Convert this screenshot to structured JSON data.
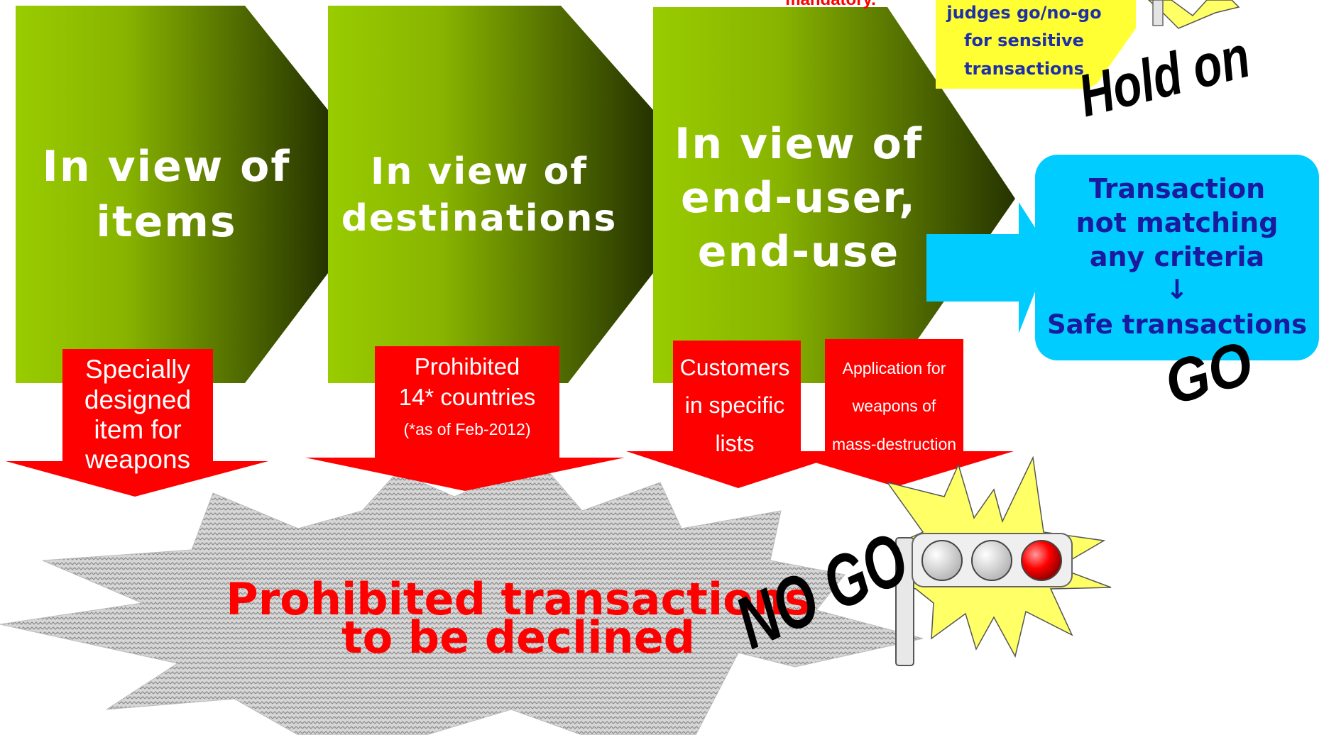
{
  "top_cut_text": "mandatory.",
  "screening": {
    "yellow_note_lines": [
      "judges go/no-go",
      "for sensitive",
      "transactions"
    ],
    "hold_label": "Hold on"
  },
  "stages": [
    {
      "title_lines": [
        "In view of",
        "items"
      ]
    },
    {
      "title_lines": [
        "In view of",
        "destinations"
      ]
    },
    {
      "title_lines": [
        "In view of",
        "end-user,",
        "end-use"
      ]
    }
  ],
  "criteria": [
    {
      "lines": [
        "Specially",
        "designed",
        "item for",
        "weapons"
      ]
    },
    {
      "lines": [
        "Prohibited",
        "14* countries"
      ],
      "note": "(*as of Feb-2012)"
    },
    {
      "lines": [
        "Customers",
        "in specific",
        "lists"
      ]
    },
    {
      "lines": [
        "Application for",
        "weapons of",
        "mass-destruction"
      ]
    }
  ],
  "safe_box": {
    "lines": [
      "Transaction",
      "not matching",
      "any criteria"
    ],
    "arrow": "↓",
    "result": "Safe transactions",
    "go_label": "GO"
  },
  "outcome": {
    "lines": [
      "Prohibited transactions",
      "to be declined"
    ],
    "no_go_label": "NO GO"
  },
  "colors": {
    "stage_light": "#99cc00",
    "stage_dark": "#2a3a00",
    "criteria_red": "#ff0000",
    "outcome_red": "#ff0000",
    "safe_blue": "#00ccff",
    "safe_text": "#1a1aa0",
    "yellow_note": "#ffff33",
    "note_text": "#1f2fa8",
    "burst_yellow": "#ffff66",
    "signal_red": "#ff0000"
  }
}
